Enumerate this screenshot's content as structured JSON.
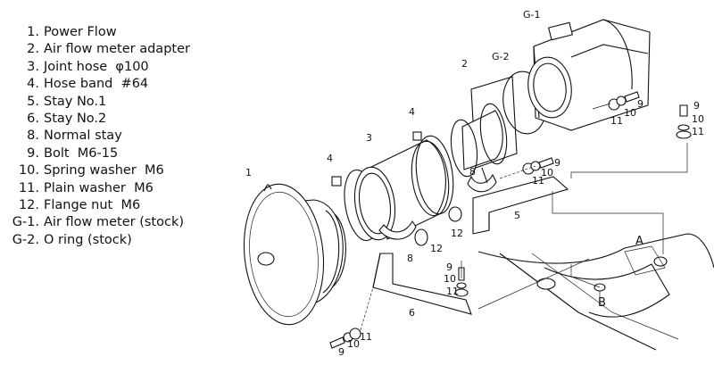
{
  "parts_list": [
    {
      "num": "1.",
      "label": "Power Flow"
    },
    {
      "num": "2.",
      "label": "Air flow meter adapter"
    },
    {
      "num": "3.",
      "label": "Joint hose  φ100"
    },
    {
      "num": "4.",
      "label": "Hose band  #64"
    },
    {
      "num": "5.",
      "label": "Stay No.1"
    },
    {
      "num": "6.",
      "label": "Stay No.2"
    },
    {
      "num": "8.",
      "label": "Normal stay"
    },
    {
      "num": "9.",
      "label": "Bolt  M6-15"
    },
    {
      "num": "10.",
      "label": "Spring washer  M6"
    },
    {
      "num": "11.",
      "label": "Plain washer  M6"
    },
    {
      "num": "12.",
      "label": "Flange nut  M6"
    },
    {
      "num": "G-1.",
      "label": "Air flow meter (stock)"
    },
    {
      "num": "G-2.",
      "label": "O ring (stock)"
    }
  ],
  "callouts": {
    "g1": "G-1",
    "g2": "G-2",
    "c1": "1",
    "c2": "2",
    "c3": "3",
    "c4a": "4",
    "c4b": "4",
    "c5": "5",
    "c6": "6",
    "c8a": "8",
    "c8b": "8",
    "c9a": "9",
    "c10a": "10",
    "c11a": "11",
    "c9b": "9",
    "c10b": "10",
    "c11b": "11",
    "c9c": "9",
    "c10c": "10",
    "c11c": "11",
    "c9d": "9",
    "c10d": "10",
    "c11d": "11",
    "c9e": "9",
    "c10e": "10",
    "c11e": "11",
    "c12a": "12",
    "c12b": "12",
    "pointA": "A",
    "pointB": "B"
  }
}
